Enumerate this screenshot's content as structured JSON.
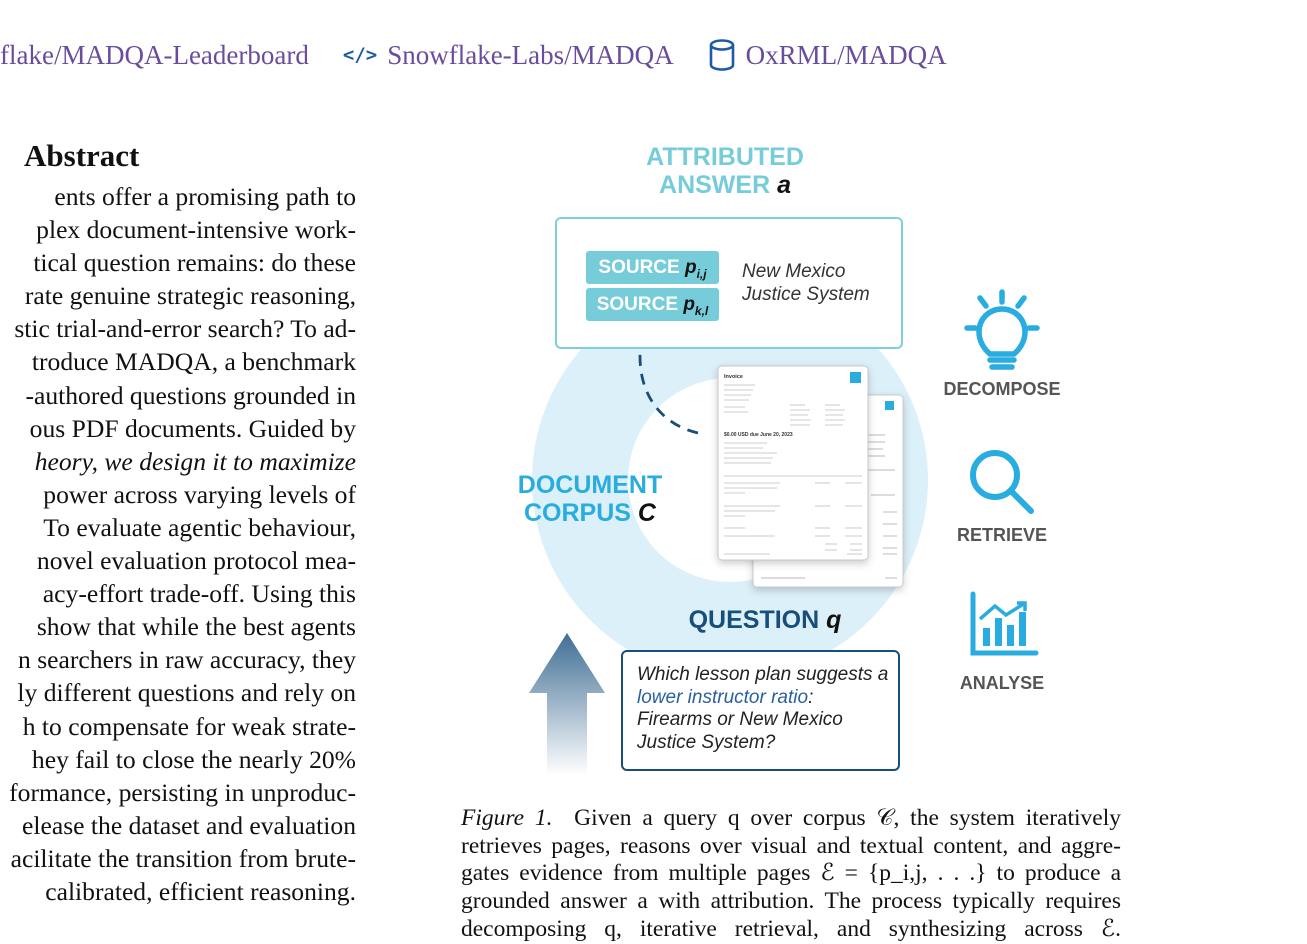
{
  "links": [
    {
      "icon": "leaderboard-icon",
      "text": "flake/MADQA-Leaderboard"
    },
    {
      "icon": "code-icon",
      "glyph": "</>",
      "text": "Snowflake-Labs/MADQA"
    },
    {
      "icon": "database-icon",
      "text": "OxRML/MADQA"
    }
  ],
  "abstract": {
    "heading": "Abstract",
    "lines": [
      "ents offer a promising path to",
      "plex document-intensive work-",
      "tical question remains: do these",
      "rate genuine strategic reasoning,",
      "stic trial-and-error search? To ad-",
      "troduce MADQA, a benchmark",
      "-authored questions grounded in",
      "ous PDF documents.  Guided by",
      "heory, we design it to maximize",
      "power across varying levels of",
      "To evaluate agentic behaviour,",
      "novel evaluation protocol mea-",
      "acy-effort trade-off.  Using this",
      "show that while the best agents",
      "n searchers in raw accuracy, they",
      "ly different questions and rely on",
      "h to compensate for weak strate-",
      "hey fail to close the nearly 20%",
      "formance, persisting in unproduc-",
      "elease the dataset and evaluation",
      "acilitate the transition from brute-",
      "calibrated, efficient reasoning."
    ]
  },
  "figure": {
    "attributed_answer_title": "ATTRIBUTED ANSWER",
    "answer_var": "a",
    "sources": [
      {
        "label": "SOURCE",
        "symbol": "p",
        "subscript": "i,j"
      },
      {
        "label": "SOURCE",
        "symbol": "p",
        "subscript": "k,l"
      }
    ],
    "answer_text": "New Mexico Justice System",
    "corpus_title": "DOCUMENT CORPUS",
    "corpus_var": "C",
    "question_title": "QUESTION",
    "question_var": "q",
    "question_parts": {
      "pre": "Which lesson plan suggests a ",
      "highlight": "lower instructor ratio",
      "post": ": Firearms or New Mexico Justice System?"
    },
    "document": {
      "heading": "Invoice",
      "due_line": "$0.00 USD due June 20, 2023"
    },
    "steps": [
      {
        "icon": "lightbulb-icon",
        "label": "DECOMPOSE"
      },
      {
        "icon": "magnifier-icon",
        "label": "RETRIEVE"
      },
      {
        "icon": "bar-chart-icon",
        "label": "ANALYSE"
      }
    ],
    "colors": {
      "teal": "#76cdd9",
      "cyan": "#29ace0",
      "navy": "#174f7a",
      "ring": "#dcf0fa"
    }
  },
  "caption": {
    "figure_label": "Figure 1.",
    "lines": [
      "Given a query q over corpus 𝒞, the system iteratively",
      "retrieves pages, reasons over visual and textual content, and aggre-",
      "gates evidence from multiple pages ℰ = {p_i,j, . . .} to produce a",
      "grounded answer a with attribution. The process typically requires",
      "decomposing q, iterative retrieval, and synthesizing across ℰ."
    ]
  }
}
